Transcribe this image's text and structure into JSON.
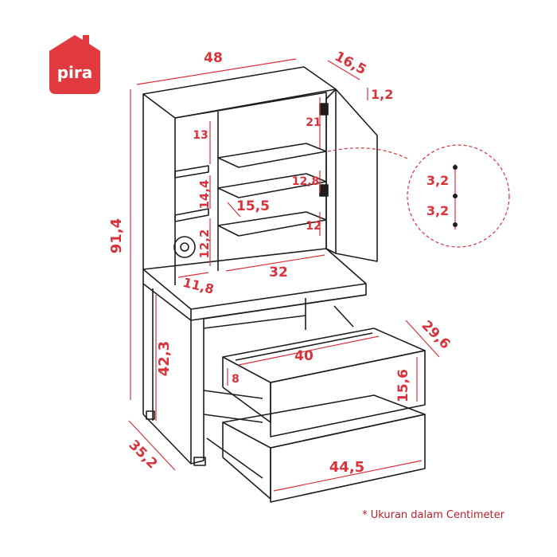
{
  "brand": {
    "name": "pira",
    "color": "#e03a3e"
  },
  "colors": {
    "accent": "#d8323c",
    "outline": "#1e1e1e"
  },
  "dimensions": {
    "top_width": "48",
    "top_depth": "16,5",
    "top_thickness": "1,2",
    "cabinet_height": "91,4",
    "shelf_13": "13",
    "shelf_14_4": "14,4",
    "shelf_12_2": "12,2",
    "inner_15_5": "15,5",
    "door_21": "21",
    "door_12_8": "12,8",
    "door_12": "12",
    "hinge_spacing_a": "3,2",
    "hinge_spacing_b": "3,2",
    "side_11_8": "11,8",
    "inner_width_32": "32",
    "desk_height": "42,3",
    "base_depth": "35,2",
    "drawer_depth": "29,6",
    "drawer_width": "40",
    "drawer_inner_height": "8",
    "drawer_front_height": "15,6",
    "drawer_front_width": "44,5"
  },
  "footnote": "* Ukuran dalam Centimeter"
}
